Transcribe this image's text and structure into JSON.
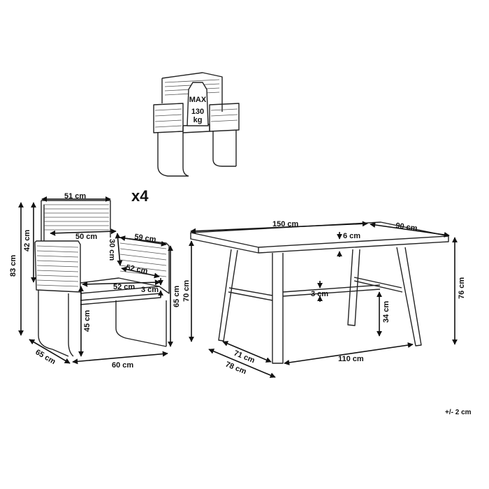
{
  "max_load_badge": {
    "line1": "MAX",
    "line2": "130",
    "line3": "kg"
  },
  "quantity": "x4",
  "chair_dimensions": {
    "back_width": "51 cm",
    "seat_width_inner": "50 cm",
    "armrest_length": "59 cm",
    "back_height_above_arm": "30 cm",
    "seat_depth": "52 cm",
    "seat_width": "52 cm",
    "seat_thickness": "3 cm",
    "total_height": "83 cm",
    "back_height": "42 cm",
    "seat_height": "45 cm",
    "arm_height": "65 cm",
    "depth": "65 cm",
    "width": "60 cm"
  },
  "table_dimensions": {
    "length": "150 cm",
    "width": "90 cm",
    "top_thickness": "6 cm",
    "clearance_height": "70 cm",
    "total_height": "76 cm",
    "stretcher_thickness": "3 cm",
    "stretcher_height": "34 cm",
    "leg_span_length": "110 cm",
    "leg_span_width_inner": "71 cm",
    "leg_span_width_outer": "78 cm"
  },
  "tolerance_note": "+/- 2 cm"
}
